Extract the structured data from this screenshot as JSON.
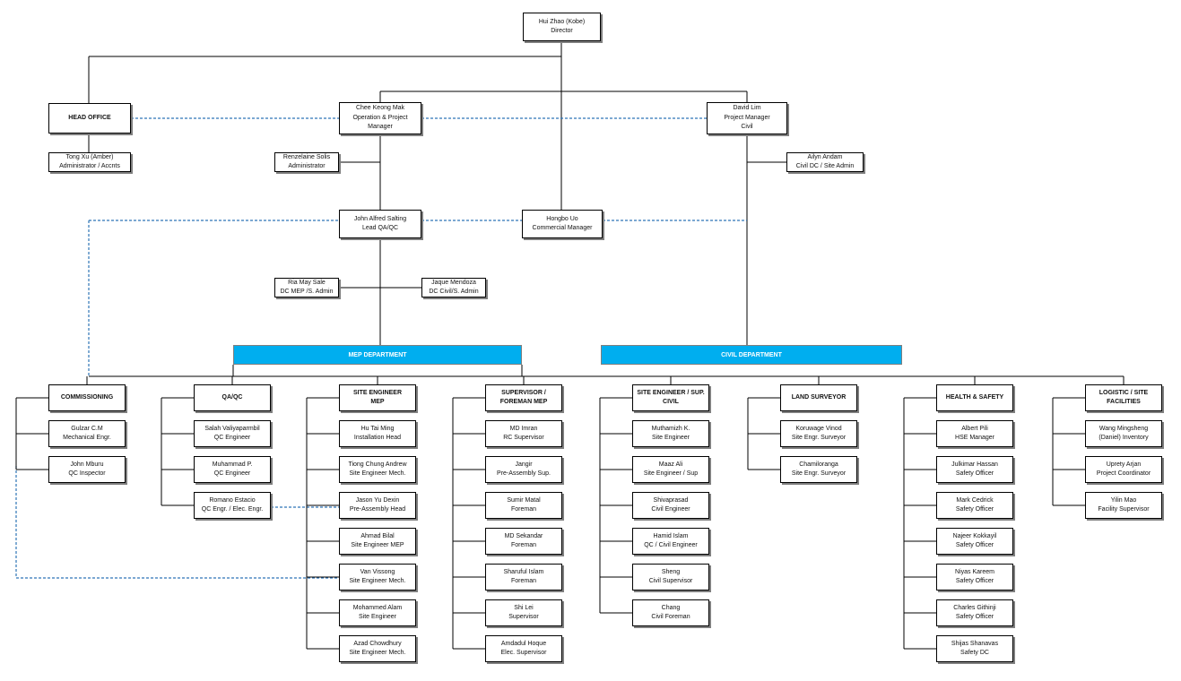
{
  "director": {
    "name": "Hui Zhao (Kobe)",
    "title": "Director"
  },
  "head_office": {
    "name": "HEAD OFFICE",
    "staff": {
      "name": "Tong Xu (Amber)",
      "title": "Administrator / Accnts"
    }
  },
  "operations": {
    "name": "Chee Keong Mak",
    "title": "Operation & Project",
    "title2": "Manager",
    "admin": {
      "name": "Renzelaine Solis",
      "title": "Administrator"
    }
  },
  "project_manager": {
    "name": "David Lim",
    "title": "Project Manager",
    "title2": "Civil",
    "admin": {
      "name": "Ailyn Andam",
      "title": "Civil DC / Site Admin"
    }
  },
  "qaqc_lead": {
    "name": "John Alfred Salting",
    "title": "Lead QA/QC",
    "dc_mep": {
      "name": "Ria May Sale",
      "title": "DC MEP /S. Admin"
    },
    "dc_civil": {
      "name": "Jaque Mendoza",
      "title": "DC Civil/S. Admin"
    }
  },
  "commercial": {
    "name": "Hongbo Uo",
    "title": "Commercial Manager"
  },
  "mep_department": "MEP DEPARTMENT",
  "civil_department": "CIVIL DEPARTMENT",
  "groups": [
    {
      "header": [
        "COMMISSIONING"
      ],
      "members": [
        {
          "name": "Gulzar C.M",
          "title": "Mechanical Engr."
        },
        {
          "name": "John Mburu",
          "title": "QC Inspector"
        }
      ]
    },
    {
      "header": [
        "QA/QC"
      ],
      "members": [
        {
          "name": "Salah Valiyaparmbil",
          "title": "QC Engineer"
        },
        {
          "name": "Muhammad P.",
          "title": "QC Engineer"
        },
        {
          "name": "Romano Estacio",
          "title": "QC Engr. / Elec. Engr."
        }
      ]
    },
    {
      "header": [
        "SITE ENGINEER",
        "MEP"
      ],
      "members": [
        {
          "name": "Hu Tai Ming",
          "title": "Installation Head"
        },
        {
          "name": "Tiong Chung Andrew",
          "title": "Site Engineer Mech."
        },
        {
          "name": "Jason Yu Dexin",
          "title": "Pre-Assembly Head"
        },
        {
          "name": "Ahmad Bilal",
          "title": "Site Engineer MEP"
        },
        {
          "name": "Van Vissong",
          "title": "Site Engineer Mech."
        },
        {
          "name": "Mohammed Alam",
          "title": "Site Engineer"
        },
        {
          "name": "Azad Chowdhury",
          "title": "Site Engineer Mech."
        }
      ]
    },
    {
      "header": [
        "SUPERVISOR /",
        "FOREMAN MEP"
      ],
      "members": [
        {
          "name": "MD Imran",
          "title": "RC Supervisor"
        },
        {
          "name": "Jangir",
          "title": "Pre-Assembly Sup."
        },
        {
          "name": "Sumir Matal",
          "title": "Foreman"
        },
        {
          "name": "MD Sekandar",
          "title": "Foreman"
        },
        {
          "name": "Sharuful Islam",
          "title": "Foreman"
        },
        {
          "name": "Shi Lei",
          "title": "Supervisor"
        },
        {
          "name": "Amdadul Hoque",
          "title": "Elec. Supervisor"
        }
      ]
    },
    {
      "header": [
        "SITE ENGINEER / SUP.",
        "CIVIL"
      ],
      "members": [
        {
          "name": "Muthamizh K.",
          "title": "Site Engineer"
        },
        {
          "name": "Maaz Ali",
          "title": "Site Engineer / Sup"
        },
        {
          "name": "Shivaprasad",
          "title": "Civil Engineer"
        },
        {
          "name": "Hamid Islam",
          "title": "QC / Civil Engineer"
        },
        {
          "name": "Sheng",
          "title": "Civil Supervisor"
        },
        {
          "name": "Chang",
          "title": "Civil Foreman"
        }
      ]
    },
    {
      "header": [
        "LAND SURVEYOR"
      ],
      "members": [
        {
          "name": "Koruwage Vinod",
          "title": "Site Engr. Surveyor"
        },
        {
          "name": "Chamiloranga",
          "title": "Site Engr. Surveyor"
        }
      ]
    },
    {
      "header": [
        "HEALTH & SAFETY"
      ],
      "members": [
        {
          "name": "Albert Pili",
          "title": "HSE Manager"
        },
        {
          "name": "Julkimar Hassan",
          "title": "Safety Officer"
        },
        {
          "name": "Mark Cedrick",
          "title": "Safety Officer"
        },
        {
          "name": "Najeer Kokkayil",
          "title": "Safety Officer"
        },
        {
          "name": "Niyas Kareem",
          "title": "Safety Officer"
        },
        {
          "name": "Charles Githinji",
          "title": "Safety Officer"
        },
        {
          "name": "Shijas Shanavas",
          "title": "Safety DC"
        }
      ]
    },
    {
      "header": [
        "LOGISTIC / SITE",
        "FACILITIES"
      ],
      "members": [
        {
          "name": "Wang Mingsheng",
          "title": "(Daniel) Inventory"
        },
        {
          "name": "Uprety Arjan",
          "title": "Project Coordinator"
        },
        {
          "name": "Yilin Mao",
          "title": "Facility Supervisor"
        }
      ]
    }
  ],
  "colors": {
    "line": "#000000",
    "dotted": "#2e75b6",
    "dept": "#00aeef",
    "shadow": "#7f7f7f"
  }
}
